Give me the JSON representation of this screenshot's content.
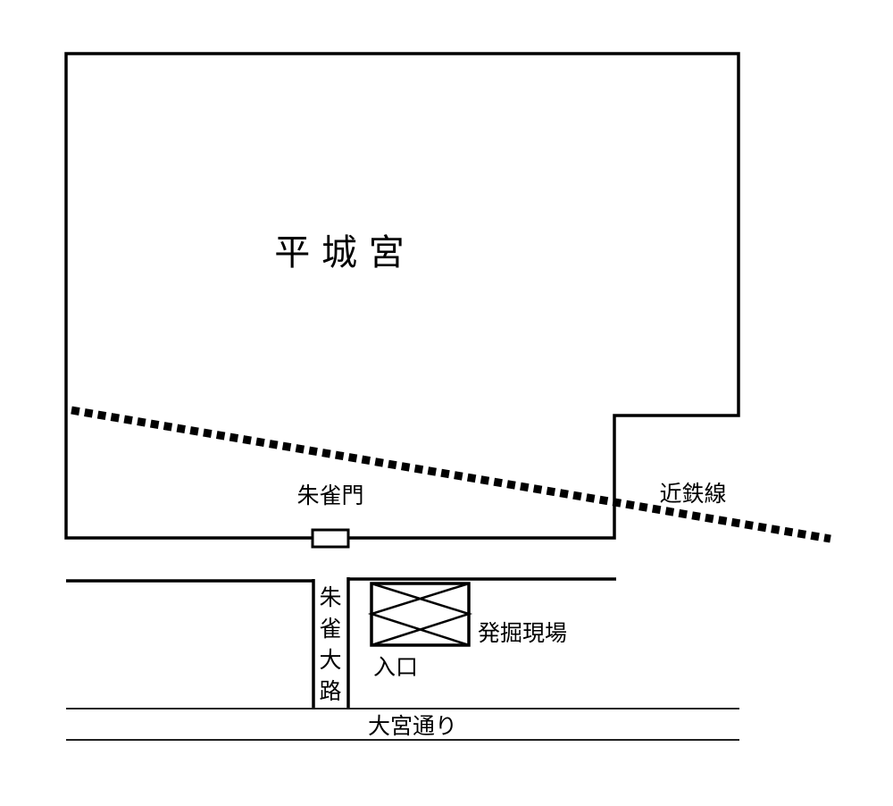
{
  "labels": {
    "palace": "平 城 宮",
    "gate": "朱雀門",
    "railway": "近鉄線",
    "avenue": "朱雀大路",
    "avenue_chars": [
      "朱",
      "雀",
      "大",
      "路"
    ],
    "excavation_site": "発掘現場",
    "entrance": "入口",
    "street": "大宮通り"
  },
  "colors": {
    "ink": "#000000",
    "background": "#ffffff"
  }
}
